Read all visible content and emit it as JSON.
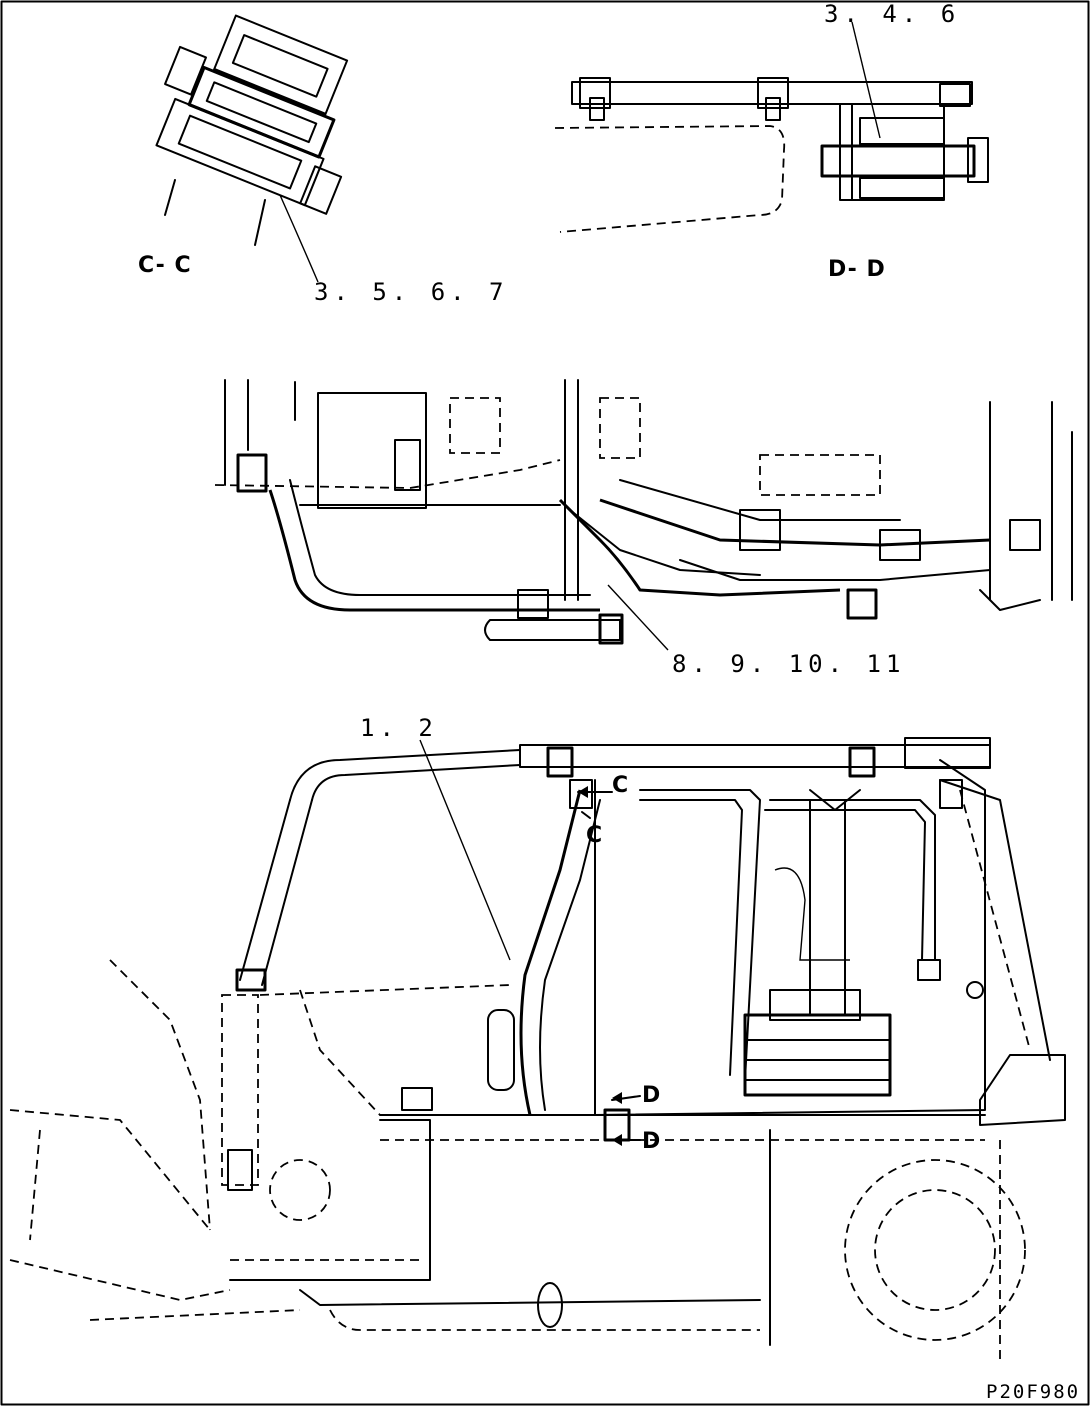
{
  "diagram": {
    "views": {
      "section_c": "C- C",
      "section_d": "D- D"
    },
    "callouts": {
      "c_parts": "3. 5. 6. 7",
      "d_parts": "3. 4. 6",
      "mid_parts": "8. 9. 10. 11",
      "main_parts": "1. 2"
    },
    "section_markers": {
      "c_upper": "C",
      "c_lower": "C",
      "d_upper": "D",
      "d_lower": "D"
    },
    "drawing_code": "P20F980"
  }
}
